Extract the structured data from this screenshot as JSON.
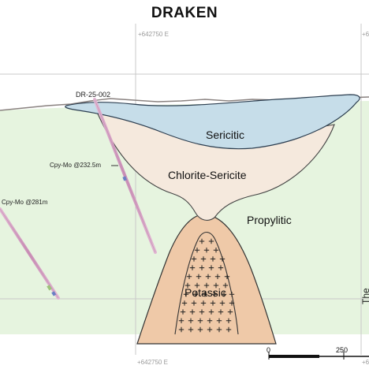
{
  "title": "DRAKEN",
  "grid": {
    "easting_top": "+642750 E",
    "easting_bottom": "+642750 E"
  },
  "drillholes": [
    {
      "label": "DR-25-002"
    }
  ],
  "annotations": {
    "intercept_1": "Cpy-Mo @232.5m",
    "intercept_2": "Cpy-Mo @281m"
  },
  "zones": {
    "sericitic": "Sericitic",
    "chlorite_sericite": "Chlorite-Sericite",
    "propylitic": "Propylitic",
    "potassic": "Potassic"
  },
  "edge_text": "The",
  "scale_bar": {
    "start": "0",
    "end": "250"
  },
  "colors": {
    "propylitic": "#e6f4df",
    "sericitic": "#c6dde9",
    "chlorite_sericite": "#f5e9dd",
    "potassic": "#efc9a8",
    "drillhole": "#d9a9c8"
  }
}
